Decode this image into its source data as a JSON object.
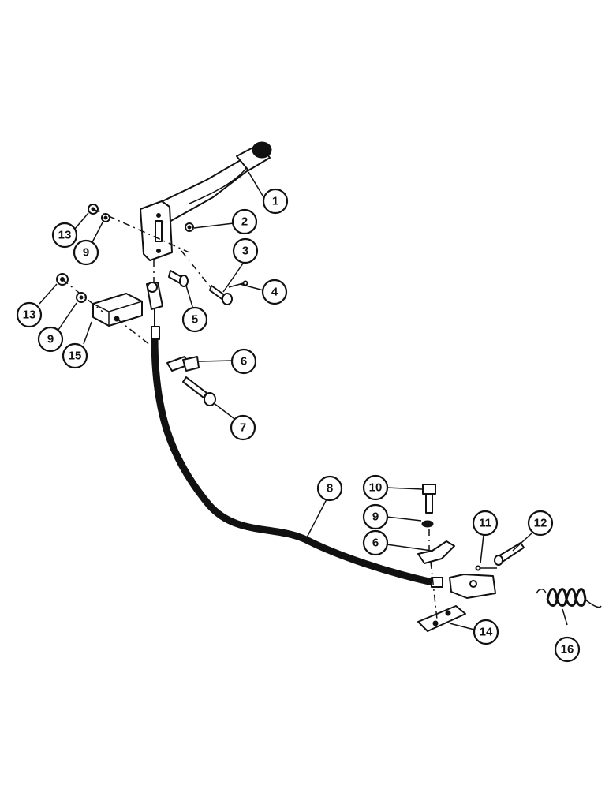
{
  "callouts": [
    {
      "id": "c1",
      "label": "1"
    },
    {
      "id": "c2",
      "label": "2"
    },
    {
      "id": "c3",
      "label": "3"
    },
    {
      "id": "c4",
      "label": "4"
    },
    {
      "id": "c5",
      "label": "5"
    },
    {
      "id": "c6a",
      "label": "6"
    },
    {
      "id": "c7",
      "label": "7"
    },
    {
      "id": "c8",
      "label": "8"
    },
    {
      "id": "c9a",
      "label": "9"
    },
    {
      "id": "c9b",
      "label": "9"
    },
    {
      "id": "c9c",
      "label": "9"
    },
    {
      "id": "c10",
      "label": "10"
    },
    {
      "id": "c6b",
      "label": "6"
    },
    {
      "id": "c11",
      "label": "11"
    },
    {
      "id": "c12",
      "label": "12"
    },
    {
      "id": "c13a",
      "label": "13"
    },
    {
      "id": "c13b",
      "label": "13"
    },
    {
      "id": "c14",
      "label": "14"
    },
    {
      "id": "c15",
      "label": "15"
    },
    {
      "id": "c16",
      "label": "16"
    }
  ]
}
